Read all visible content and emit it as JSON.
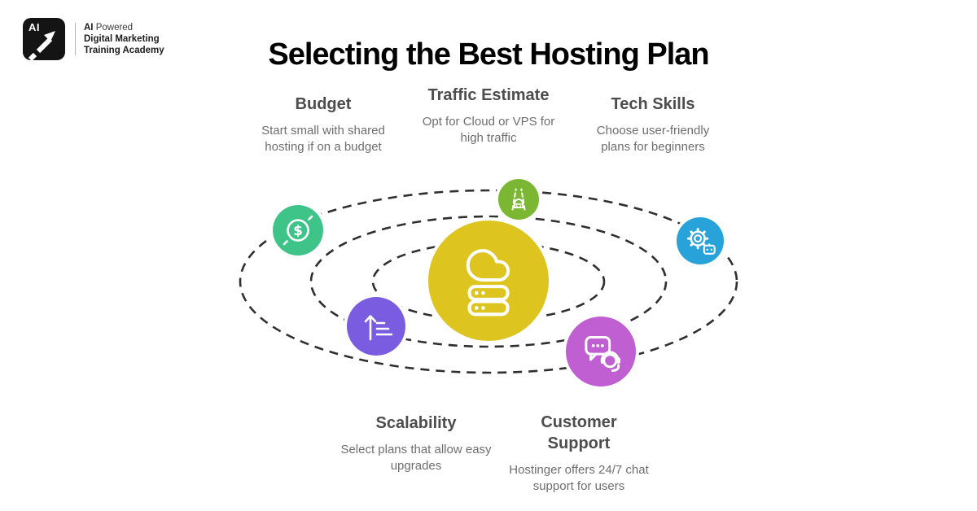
{
  "header": {
    "logo": {
      "badge_text": "AI",
      "brand_bold": "AI",
      "brand_rest": " Powered",
      "line2": "Digital Marketing",
      "line3": "Training Academy"
    },
    "title": "Selecting the Best Hosting Plan"
  },
  "center": {
    "icon": "cloud-server-icon",
    "color": "#ddc41f"
  },
  "orbits": {
    "ring_color": "#2f2f2f",
    "ring_count": 3
  },
  "nodes": [
    {
      "id": "budget",
      "label": "Budget",
      "description": "Start small with shared hosting if on a budget",
      "color": "#3ec489",
      "icon": "dollar-coin-icon"
    },
    {
      "id": "traffic",
      "label": "Traffic Estimate",
      "description": "Opt for Cloud or VPS for high traffic",
      "color": "#7cb733",
      "icon": "traffic-road-icon"
    },
    {
      "id": "tech",
      "label": "Tech Skills",
      "description": "Choose user-friendly plans for beginners",
      "color": "#27a3d9",
      "icon": "gear-robot-icon"
    },
    {
      "id": "scalability",
      "label": "Scalability",
      "description": "Select plans that allow easy upgrades",
      "color": "#7a5ce0",
      "icon": "growth-lines-icon"
    },
    {
      "id": "support",
      "label": "Customer Support",
      "description": "Hostinger offers 24/7 chat support for users",
      "color": "#bf5fd2",
      "icon": "chat-headset-icon"
    }
  ]
}
